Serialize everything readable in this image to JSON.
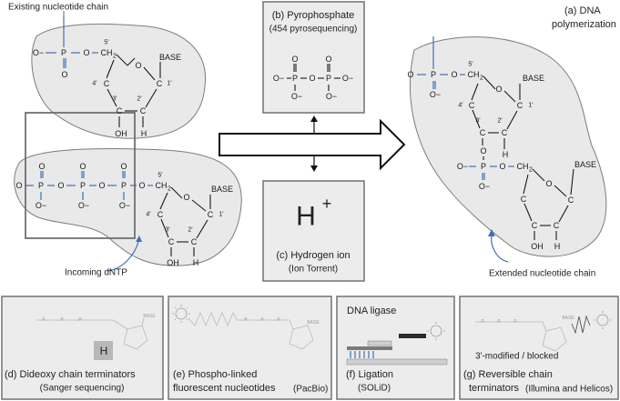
{
  "labels": {
    "existing_chain": "Existing nucleotide chain",
    "incoming_dntp": "Incoming dNTP",
    "extended_chain": "Extended nucleotide chain",
    "polymerization_a": "(a) DNA",
    "polymerization_b": "polymerization",
    "pyro_title": "(b) Pyrophosphate",
    "pyro_sub": "(454 pyrosequencing)",
    "hydrogen_symbol": "H",
    "hydrogen_sup": "+",
    "hydrogen_title": "(c) Hydrogen ion",
    "hydrogen_sub": "(Ion Torrent)",
    "d_title": "(d) Dideoxy chain terminators",
    "d_sub": "(Sanger sequencing)",
    "d_h": "H",
    "e_title_1": "(e) Phospho-linked",
    "e_title_2": "fluorescent nucleotides",
    "e_sub": "(PacBio)",
    "f_top": "DNA ligase",
    "f_title": "(f) Ligation",
    "f_sub": "(SOLiD)",
    "g_mid": "3'-modified / blocked",
    "g_title_1": "(g) Reversible chain",
    "g_title_2": "terminators",
    "g_sub": "(Illumina and Helicos)"
  },
  "atoms": {
    "P": "P",
    "O": "O",
    "Ominus": "O−",
    "OH": "OH",
    "H": "H",
    "CH2": "CH",
    "sub2": "2",
    "C": "C",
    "BASE": "BASE",
    "p5": "5'",
    "p4": "4'",
    "p3": "3'",
    "p2": "2'",
    "p1": "1'"
  },
  "colors": {
    "bond": "#3f6fb8",
    "blob": "#e9e9e9",
    "outline": "#7a7a7a"
  }
}
